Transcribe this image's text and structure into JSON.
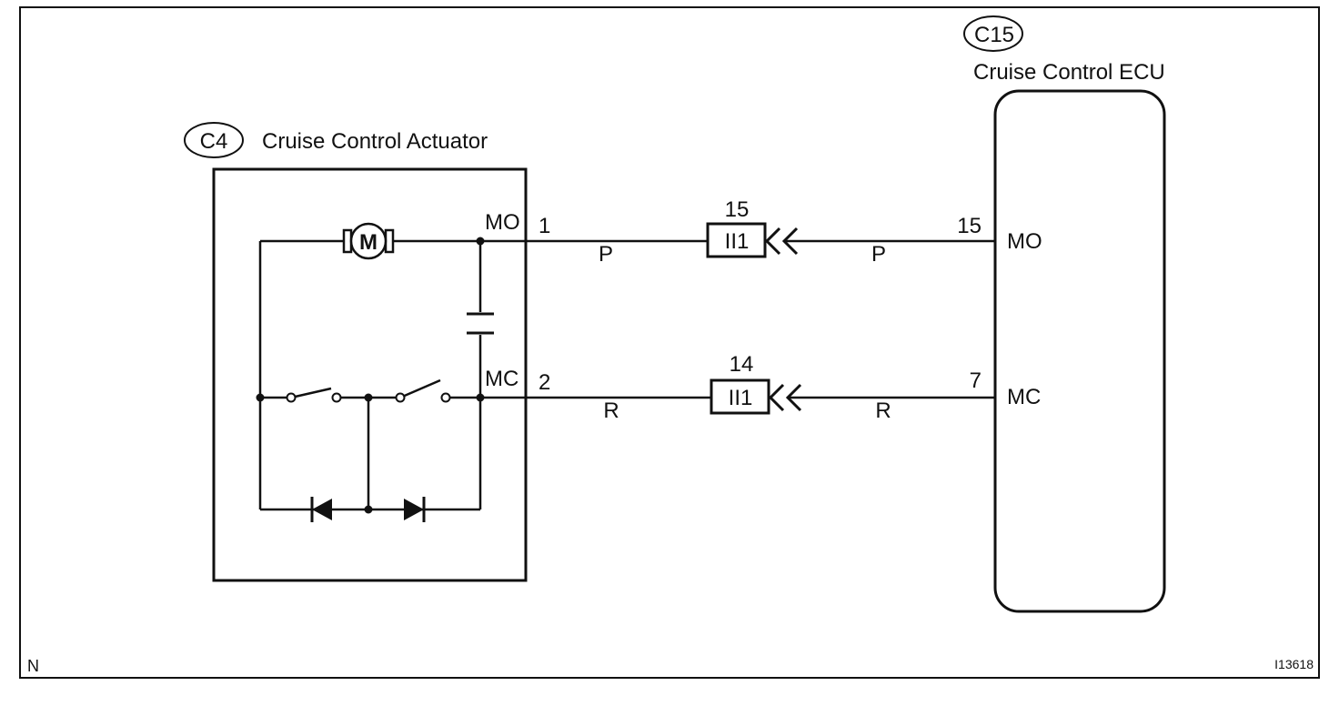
{
  "frame": {
    "corner_left": "N",
    "corner_right": "I13618"
  },
  "actuator": {
    "connector": "C4",
    "title": "Cruise Control Actuator",
    "motor_symbol": "M",
    "terminal_mo": "MO",
    "terminal_mo_pin": "1",
    "terminal_mc": "MC",
    "terminal_mc_pin": "2"
  },
  "ecu": {
    "connector": "C15",
    "title": "Cruise Control ECU",
    "terminal_mo": "MO",
    "terminal_mo_pin": "15",
    "terminal_mc": "MC",
    "terminal_mc_pin": "7"
  },
  "wires": [
    {
      "name": "MO",
      "color_left": "P",
      "color_right": "P",
      "junction_label": "II1",
      "junction_pin": "15"
    },
    {
      "name": "MC",
      "color_left": "R",
      "color_right": "R",
      "junction_label": "II1",
      "junction_pin": "14"
    }
  ]
}
